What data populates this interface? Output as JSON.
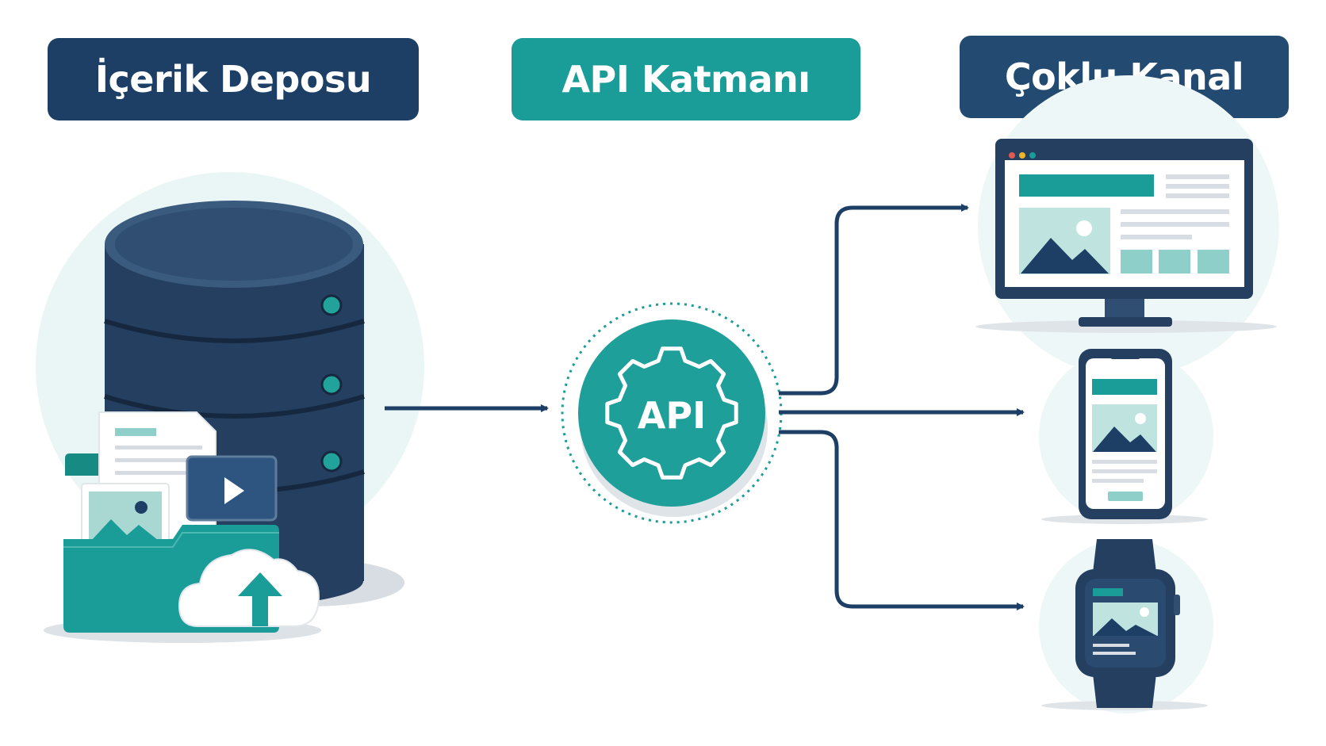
{
  "headers": {
    "storage": "İçerik Deposu",
    "api_layer": "API Katmanı",
    "channels": "Çoklu Kanal"
  },
  "api_hub": {
    "label": "API"
  },
  "colors": {
    "navy": "#1d3f66",
    "teal": "#1a9c98",
    "light_teal": "#e9f6f5",
    "arrow": "#1d3f66"
  },
  "icons": {
    "storage": [
      "database-icon",
      "document-icon",
      "image-icon",
      "video-icon",
      "folder-icon",
      "cloud-upload-icon"
    ],
    "api": [
      "gear-icon"
    ],
    "channels": [
      "desktop-monitor-icon",
      "smartphone-icon",
      "smartwatch-icon"
    ]
  }
}
